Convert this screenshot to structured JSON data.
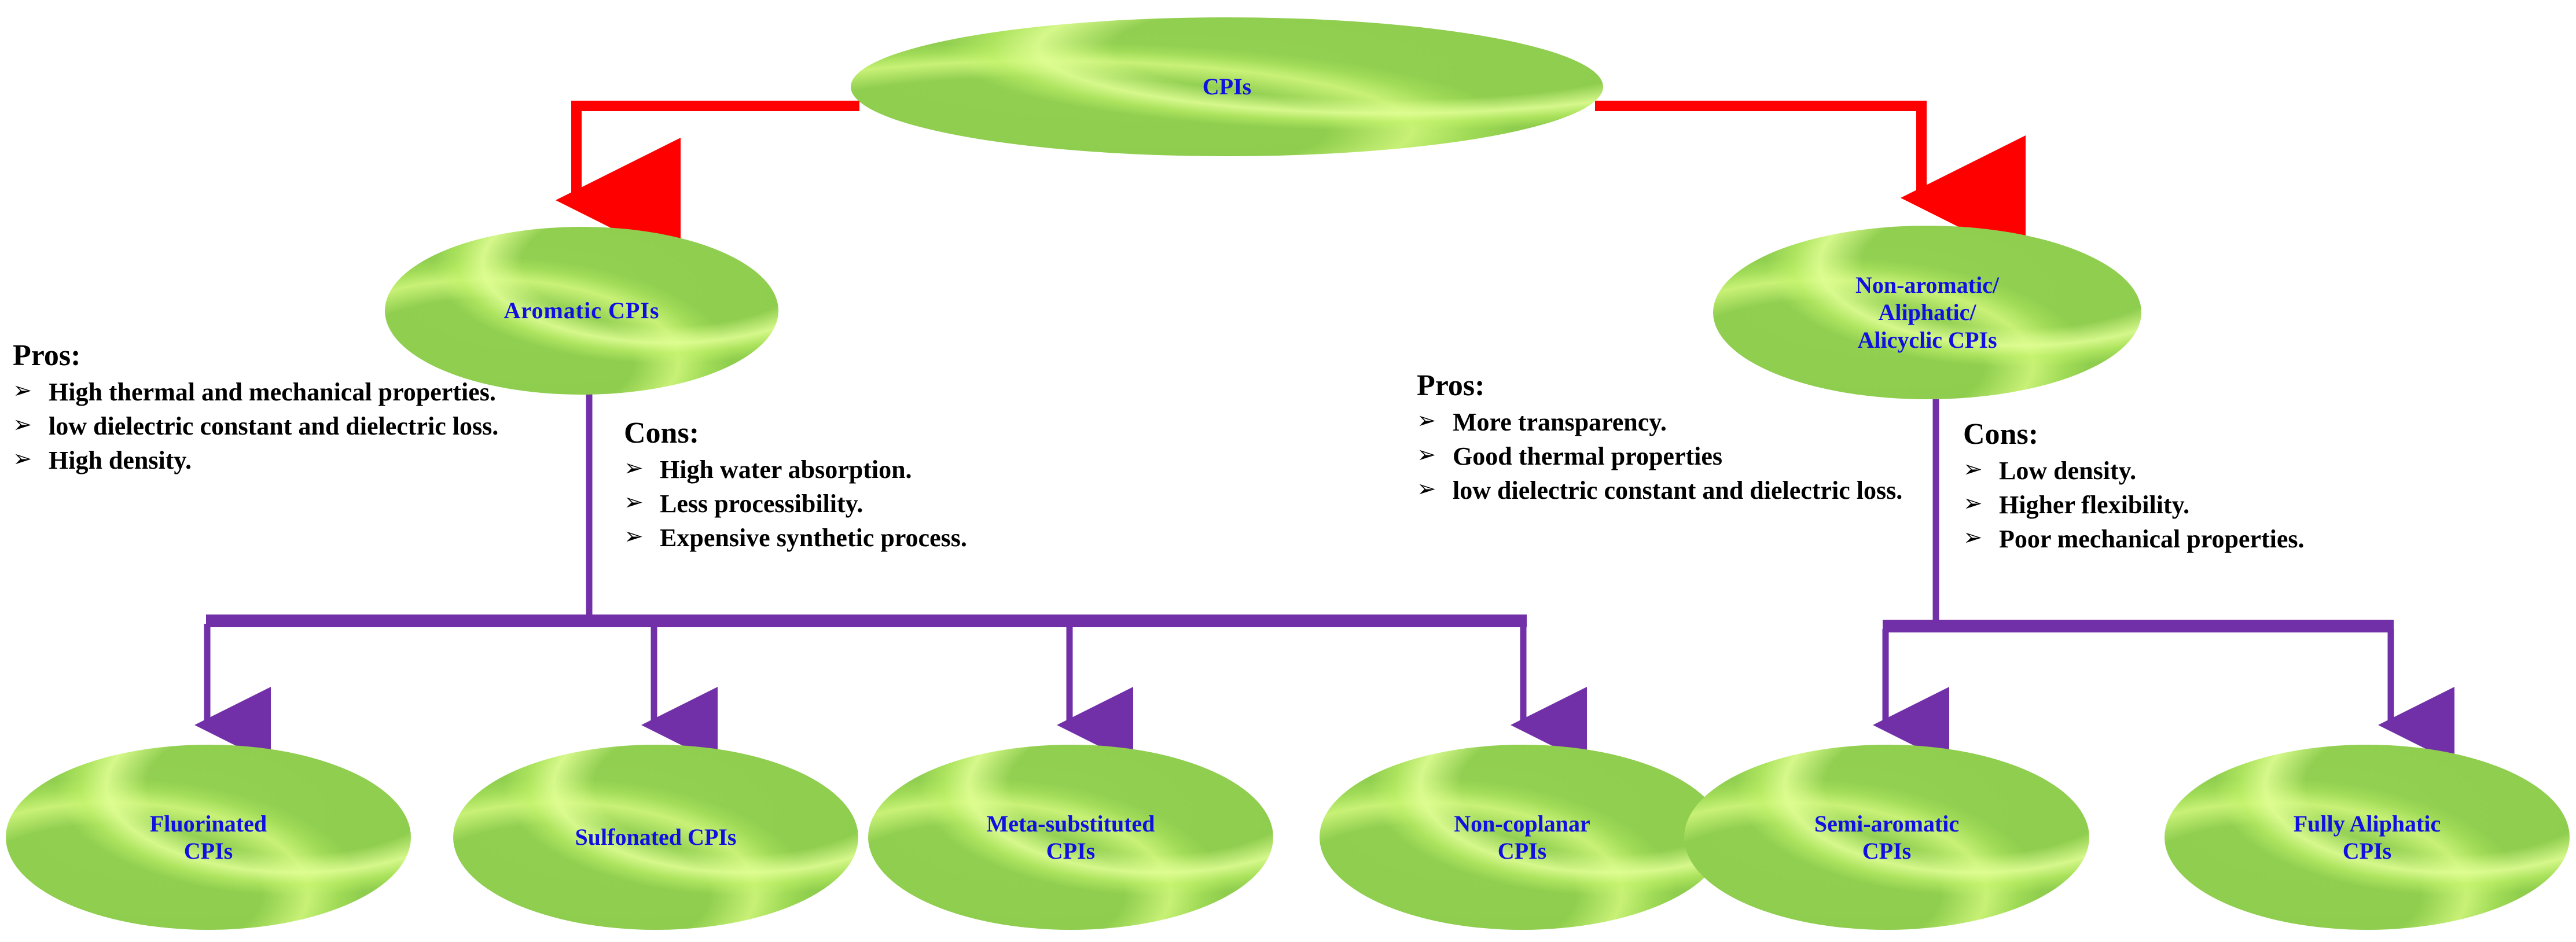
{
  "diagram": {
    "title": "CPIs classification flow chart",
    "colors": {
      "node_fill": "#8ecd4d",
      "node_highlight": "#bff06a",
      "node_text": "#1010e0",
      "primary_connector": "#ff0000",
      "secondary_connector": "#7230a8",
      "body_text": "#000000",
      "background": "#ffffff"
    },
    "bullet_glyph": "➢"
  },
  "root": {
    "label": "CPIs"
  },
  "branches": [
    {
      "id": "aromatic",
      "label": "Aromatic CPIs",
      "lines": [
        "Aromatic  CPIs"
      ]
    },
    {
      "id": "non-aromatic",
      "label": "Non-aromatic/ Aliphatic/ Alicyclic CPIs",
      "lines": [
        "Non-aromatic/",
        "Aliphatic/",
        "Alicyclic CPIs"
      ]
    }
  ],
  "blocks": {
    "pros_left": {
      "heading": "Pros:",
      "items": [
        "High thermal and mechanical properties.",
        "low dielectric constant and dielectric loss.",
        "High density."
      ]
    },
    "cons_left": {
      "heading": "Cons:",
      "items": [
        "High water absorption.",
        "Less processibility.",
        "Expensive synthetic process."
      ]
    },
    "pros_right": {
      "heading": "Pros:",
      "items": [
        "More transparency.",
        "Good thermal properties",
        "low dielectric constant and dielectric loss."
      ]
    },
    "cons_right": {
      "heading": "Cons:",
      "items": [
        "Low density.",
        "Higher flexibility.",
        "Poor mechanical properties."
      ]
    }
  },
  "leaves": [
    {
      "id": "fluorinated",
      "label": "Fluorinated CPIs",
      "lines": [
        "Fluorinated",
        "CPIs"
      ]
    },
    {
      "id": "sulfonated",
      "label": "Sulfonated CPIs",
      "lines": [
        "Sulfonated CPIs"
      ]
    },
    {
      "id": "meta-substituted",
      "label": "Meta-substituted CPIs",
      "lines": [
        "Meta-substituted",
        "CPIs"
      ]
    },
    {
      "id": "non-coplanar",
      "label": "Non-coplanar CPIs",
      "lines": [
        "Non-coplanar",
        "CPIs"
      ]
    },
    {
      "id": "semi-aromatic",
      "label": "Semi-aromatic CPIs",
      "lines": [
        "Semi-aromatic",
        "CPIs"
      ]
    },
    {
      "id": "fully-aliphatic",
      "label": "Fully Aliphatic CPIs",
      "lines": [
        "Fully Aliphatic",
        "CPIs"
      ]
    }
  ]
}
